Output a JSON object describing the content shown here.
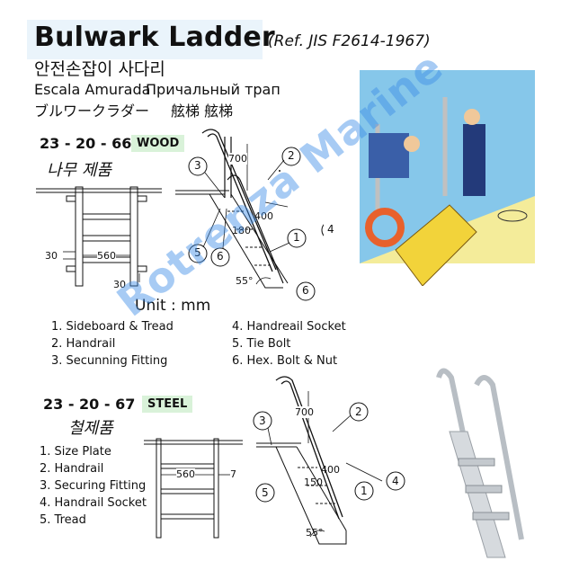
{
  "header": {
    "title": "Bulwark Ladder",
    "reference": "(Ref. JIS F2614-1967)",
    "korean": "안전손잡이 사다리",
    "portuguese": "Escala Amurada",
    "russian": "Причальный трап",
    "japanese": "ブルワークラダー",
    "chinese": "舷梯 舷梯"
  },
  "wood": {
    "code": "23 - 20 - 66",
    "badge": "WOOD",
    "korean": "나무 제품",
    "unit": "Unit : mm",
    "front_dims": {
      "left": "30",
      "width": "560",
      "bottom": "30"
    },
    "side_dims": {
      "height": "700",
      "length": "400",
      "step": "180",
      "angle": "55°"
    },
    "callouts": [
      "1",
      "2",
      "3",
      "4",
      "5",
      "6",
      "6"
    ],
    "parts": [
      "1. Sideboard & Tread",
      "2. Handrail",
      "3. Secunning Fitting",
      "4. Handreail Socket",
      "5. Tie Bolt",
      "6. Hex. Bolt & Nut"
    ]
  },
  "steel": {
    "code": "23 - 20 - 67",
    "badge": "STEEL",
    "korean": "철제품",
    "front_dims": {
      "width": "560",
      "side": "7"
    },
    "side_dims": {
      "height": "700",
      "length": "400",
      "step": "150",
      "angle": "55°"
    },
    "callouts": [
      "1",
      "2",
      "3",
      "4",
      "5"
    ],
    "parts": [
      "1. Size Plate",
      "2. Handrail",
      "3. Securing Fitting",
      "4. Handrail Socket",
      "5. Tread"
    ]
  },
  "watermark": "Rotrenza Marine",
  "colors": {
    "wood_badge": "#d9f2d9",
    "steel_badge": "#d9f2d9",
    "title_bg": "#eaf4fb",
    "ladder_wood": "#f2d33a",
    "sea_sky": "#86c7ea",
    "watermark": "#3c8ce6"
  }
}
